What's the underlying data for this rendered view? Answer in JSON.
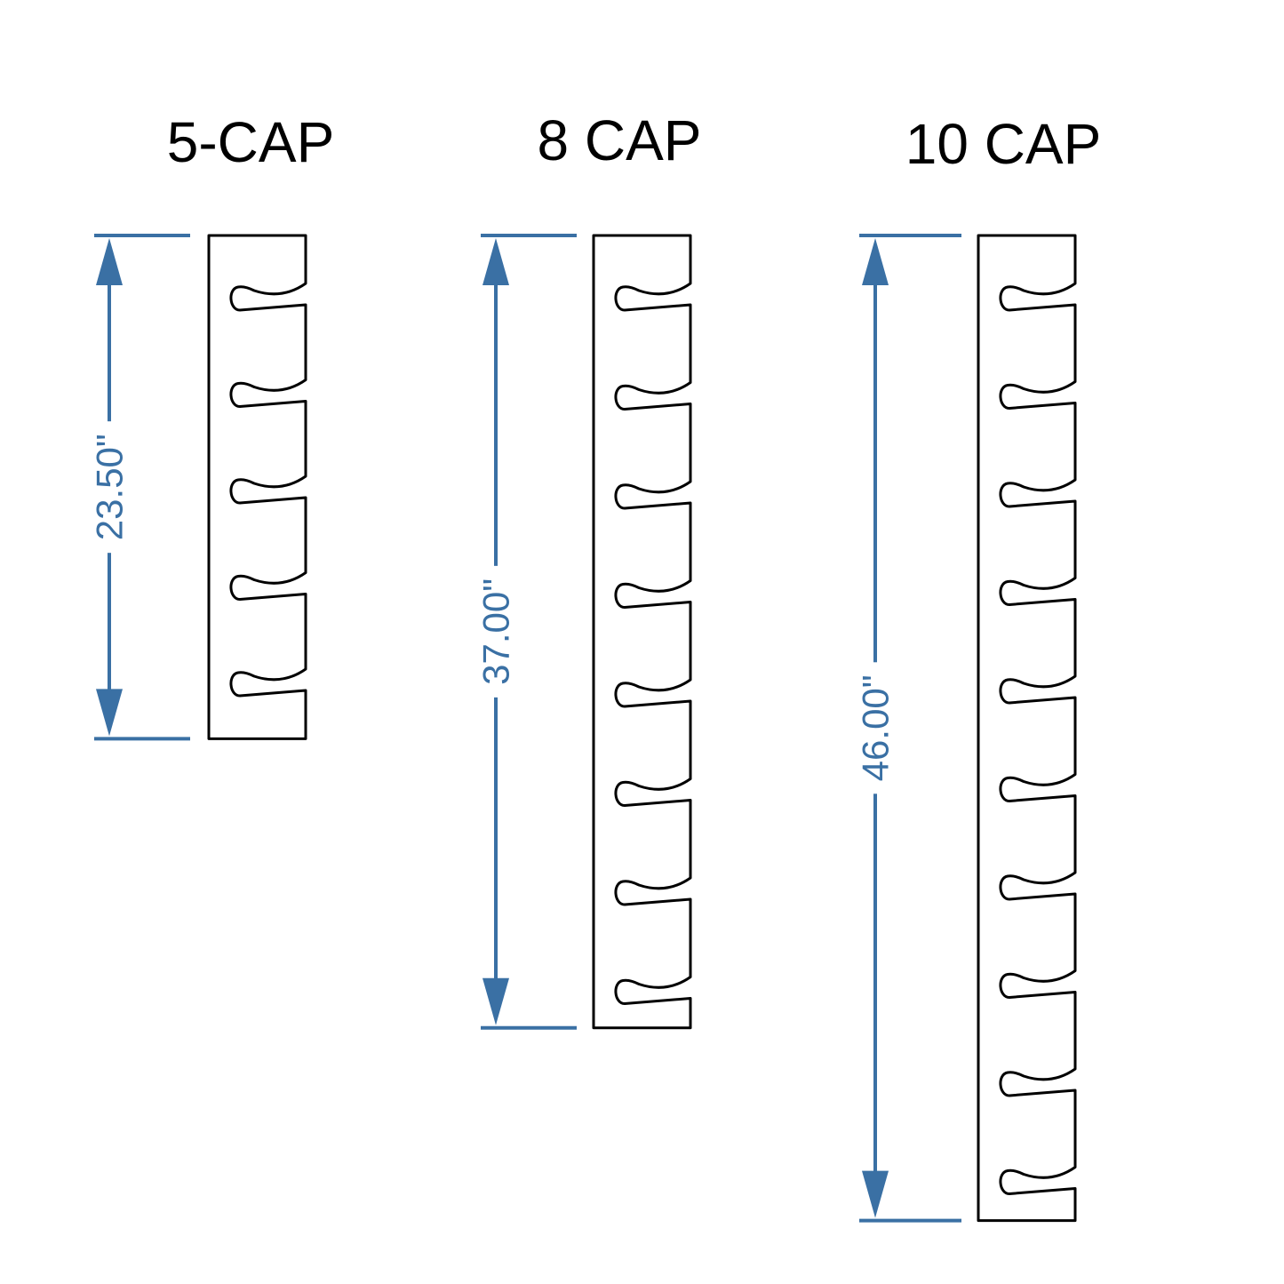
{
  "colors": {
    "dimension": "#3a70a4",
    "outline": "#000000",
    "background": "#ffffff"
  },
  "racks": [
    {
      "title": "5-CAP",
      "slots": 5,
      "height_label": "23.50\"",
      "height_in": 23.5
    },
    {
      "title": "8 CAP",
      "slots": 8,
      "height_label": "37.00\"",
      "height_in": 37.0
    },
    {
      "title": "10 CAP",
      "slots": 10,
      "height_label": "46.00\"",
      "height_in": 46.0
    }
  ]
}
